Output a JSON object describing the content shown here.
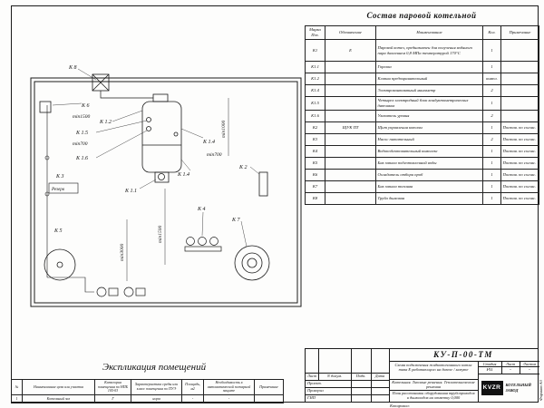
{
  "composition_table": {
    "title": "Состав паровой котельной",
    "headers": [
      "Марка Поз.",
      "Обозначение",
      "Наименование",
      "Кол.",
      "Примечание"
    ],
    "rows": [
      [
        "К1",
        "Е",
        "Паровой котел, предназначен для получения водяного пара давлением 0,8 МПа температурой 170°С",
        "1",
        ""
      ],
      [
        "К1.1",
        "",
        "Горелка",
        "1",
        ""
      ],
      [
        "К1.2",
        "",
        "Клапан предохранительный",
        "компл.",
        ""
      ],
      [
        "К1.4",
        "",
        "Электроконтактный манометр",
        "2",
        ""
      ],
      [
        "К1.5",
        "",
        "Четырех электродный блок кондуктометрических датчиков",
        "1",
        ""
      ],
      [
        "К1.6",
        "",
        "Указатель уровня",
        "2",
        ""
      ],
      [
        "К2",
        "ЩУК ПТ",
        "Щит управления котлом",
        "1",
        "Постав. по соглас."
      ],
      [
        "К3",
        "",
        "Насос питательный",
        "2",
        "Постав. по соглас."
      ],
      [
        "К4",
        "",
        "Водоподготовительный комплекс",
        "1",
        "Постав. по соглас."
      ],
      [
        "К5",
        "",
        "Бак запаса подготовленной воды",
        "1",
        "Постав. по соглас."
      ],
      [
        "К6",
        "",
        "Охладитель отбора проб",
        "1",
        "Постав. по соглас."
      ],
      [
        "К7",
        "",
        "Бак запаса топлива",
        "1",
        "Постав. по соглас."
      ],
      [
        "К8",
        "",
        "Труба дымовая",
        "1",
        "Постав. по соглас."
      ]
    ]
  },
  "plan": {
    "labels": {
      "k8": "К 8",
      "k6": "К 6",
      "dim1500a": "min1500",
      "k12": "К 1.2",
      "k15": "К 1.5",
      "dim700a": "min700",
      "k16": "К 1.6",
      "k3": "К 3",
      "reserve": "Резерв",
      "k5": "К 5",
      "k11": "К 1.1",
      "dim3000": "min3000",
      "dim1500b": "min1500",
      "k14": "К 1.4",
      "dim1000": "min1000",
      "dim700b": "min700",
      "k2": "К 2",
      "k4": "К 4",
      "k7": "К 7"
    }
  },
  "explication": {
    "title": "Экспликация помещений",
    "headers": [
      "№",
      "Наименование цеха или участка",
      "Категория помещения по НПБ 105-03",
      "Характеристика среды или класс помещения по ПУЭ",
      "Площадь, м2",
      "Необходимость в автоматической пожарной защите",
      "Примечание"
    ],
    "rows": [
      [
        "1",
        "Котельный зал",
        "Г",
        "норм",
        "-",
        "-",
        ""
      ]
    ]
  },
  "title_block": {
    "doc_number": "КУ-П-00-ТМ",
    "sign_headers": [
      "Лист",
      "N докум.",
      "Подп.",
      "Дата"
    ],
    "roles": [
      "Проект.",
      "Проверил",
      "ГИП"
    ],
    "description": "Схема подключения жидкотопливного котла типа Е работающего на дизеле / мазуте",
    "project": "Котельная. Типовые решения. Теплотехнические решения",
    "drawing_name": "План расстановки оборудования трубопроводов и дымоходов на отметку 0,000",
    "stage_headers": [
      "Стадия",
      "Лист",
      "Листов"
    ],
    "stage_values": [
      "РП",
      "-",
      "-"
    ],
    "logo_text": "KVZR",
    "company": "КОТЕЛЬНЫЙ ЗАВОД",
    "copied_label": "Копировал:",
    "format_label": "Формат А3"
  }
}
